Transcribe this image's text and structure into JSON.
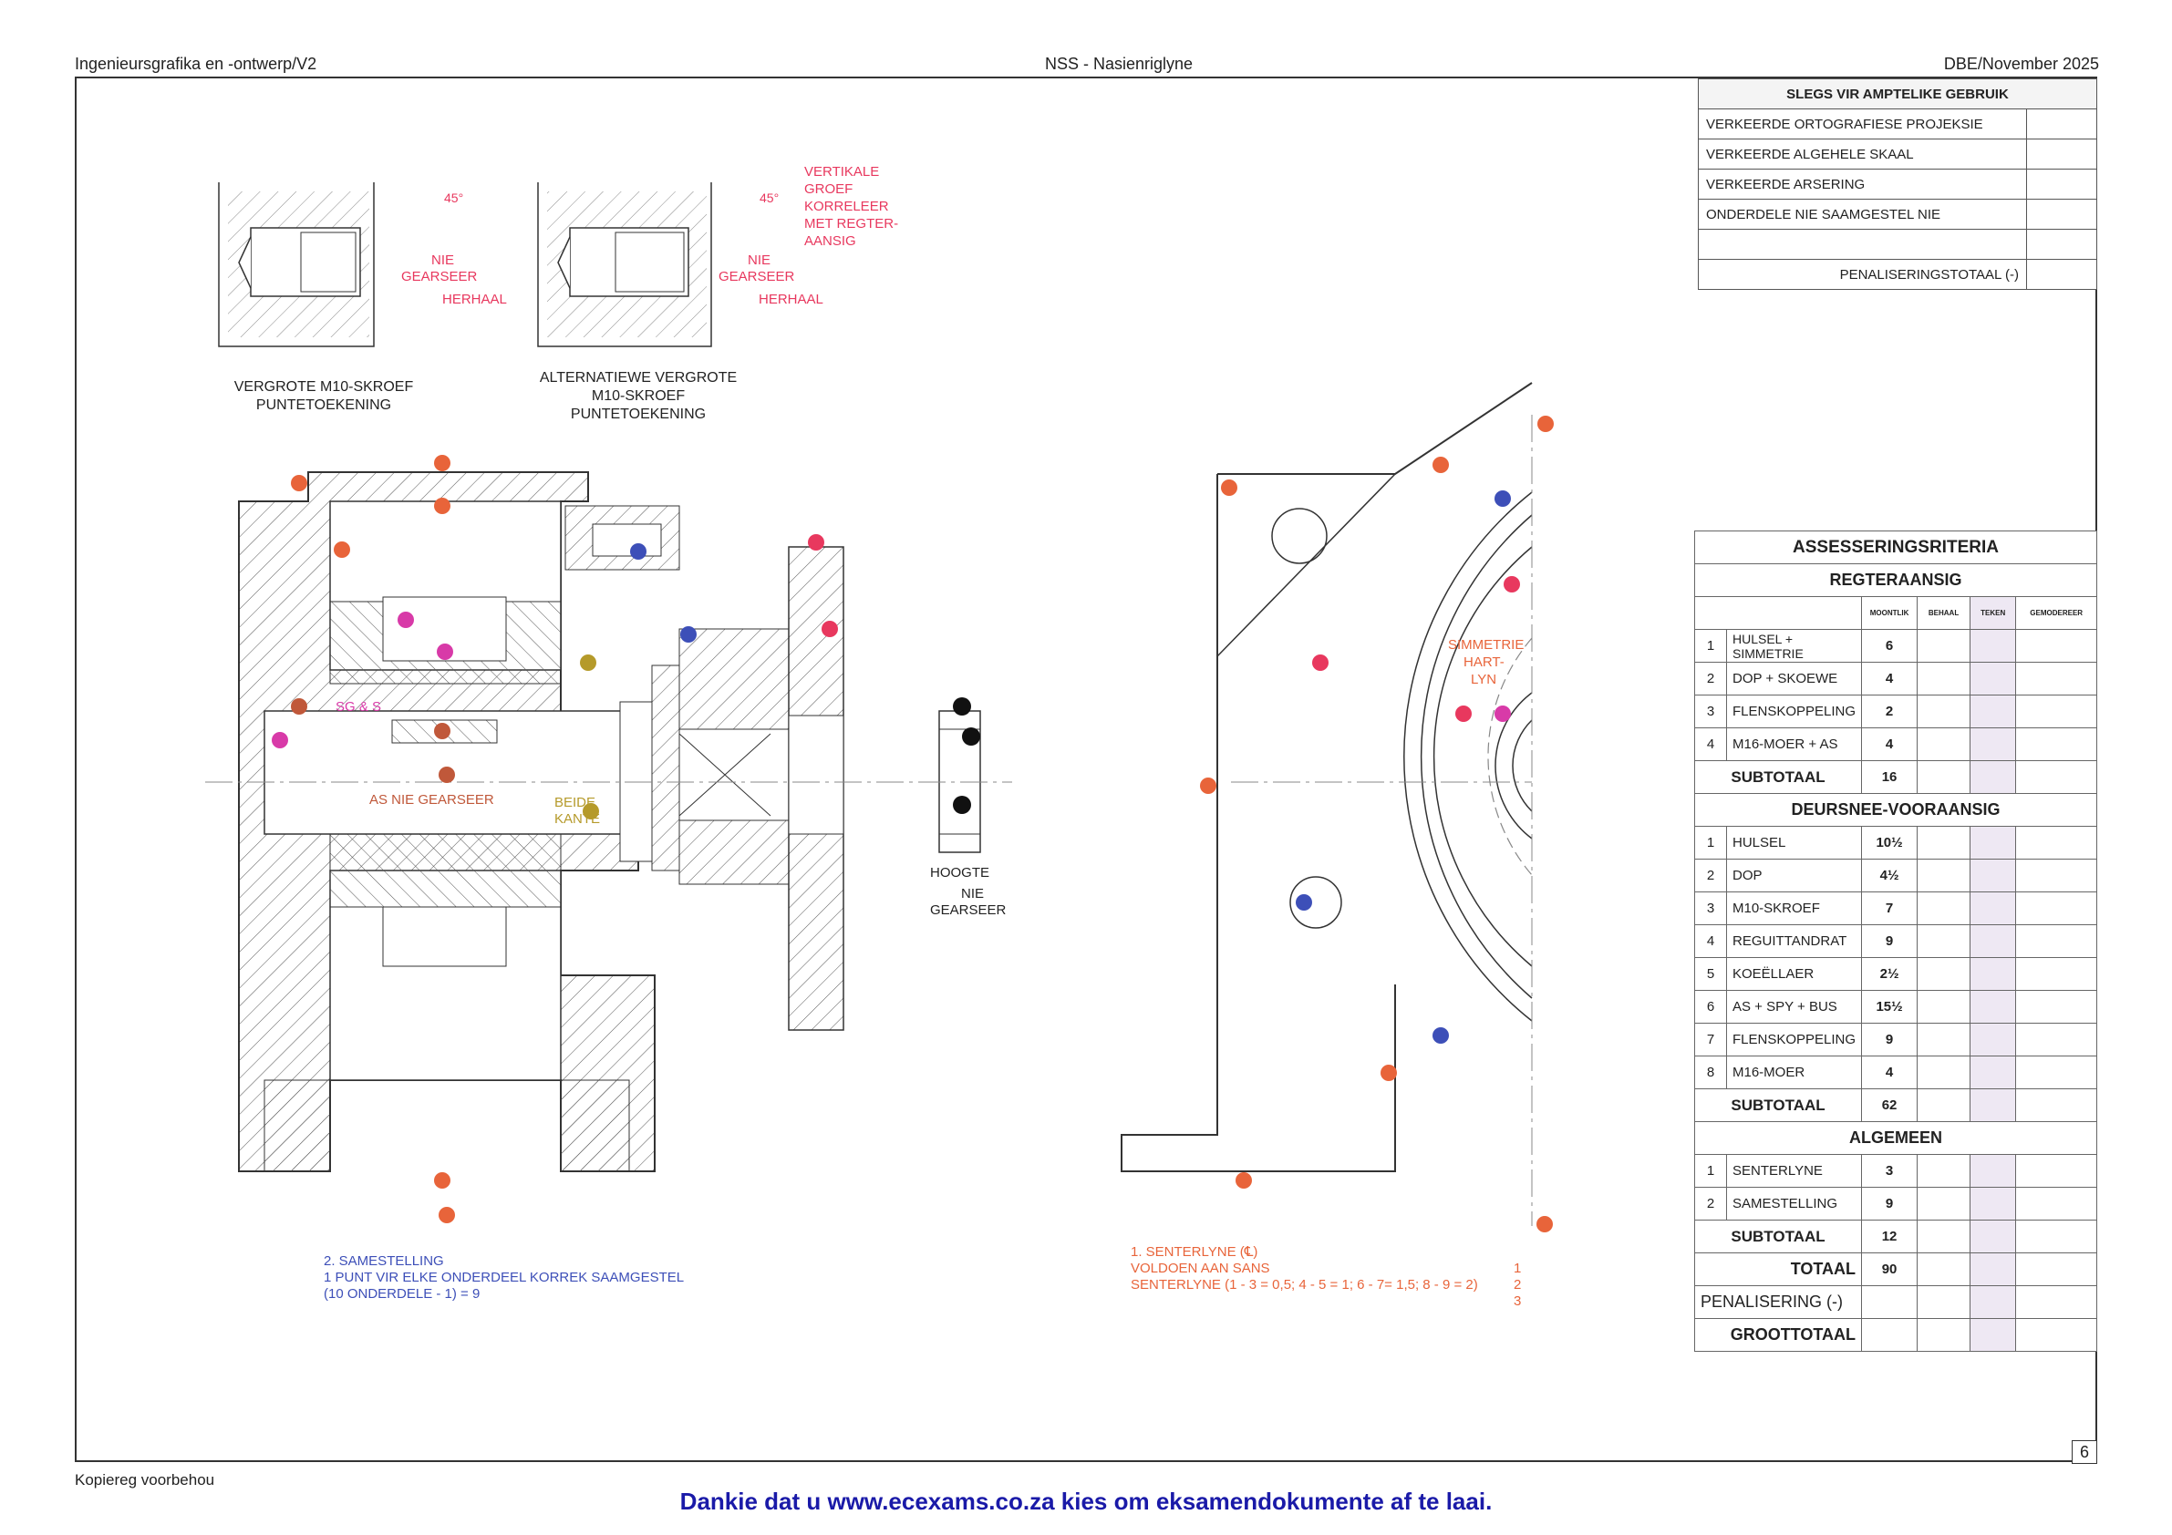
{
  "header": {
    "left": "Ingenieursgrafika en -ontwerp/V2",
    "center": "NSS - Nasienriglyne",
    "right": "DBE/November 2025"
  },
  "official": {
    "title": "SLEGS VIR AMPTELIKE GEBRUIK",
    "rows": [
      "VERKEERDE ORTOGRAFIESE PROJEKSIE",
      "VERKEERDE ALGEHELE SKAAL",
      "VERKEERDE ARSERING",
      "ONDERDELE NIE SAAMGESTEL NIE"
    ],
    "penalty_total": "PENALISERINGSTOTAAL (-)"
  },
  "criteria": {
    "title": "ASSESSERINGSRITERIA",
    "col_headers": [
      "MOONTLIK",
      "BEHAAL",
      "TEKEN",
      "GEMODEREER"
    ],
    "sections": [
      {
        "name": "REGTERAANSIG",
        "items": [
          {
            "n": "1",
            "label": "HULSEL + SIMMETRIE",
            "value": "6"
          },
          {
            "n": "2",
            "label": "DOP + SKOEWE",
            "value": "4"
          },
          {
            "n": "3",
            "label": "FLENSKOPPELING",
            "value": "2"
          },
          {
            "n": "4",
            "label": "M16-MOER + AS",
            "value": "4"
          }
        ],
        "subtotal_label": "SUBTOTAAL",
        "subtotal": "16"
      },
      {
        "name": "DEURSNEE-VOORAANSIG",
        "items": [
          {
            "n": "1",
            "label": "HULSEL",
            "value": "10½"
          },
          {
            "n": "2",
            "label": "DOP",
            "value": "4½"
          },
          {
            "n": "3",
            "label": "M10-SKROEF",
            "value": "7"
          },
          {
            "n": "4",
            "label": "REGUITTANDRAT",
            "value": "9"
          },
          {
            "n": "5",
            "label": "KOEËLLAER",
            "value": "2½"
          },
          {
            "n": "6",
            "label": "AS + SPY + BUS",
            "value": "15½"
          },
          {
            "n": "7",
            "label": "FLENSKOPPELING",
            "value": "9"
          },
          {
            "n": "8",
            "label": "M16-MOER",
            "value": "4"
          }
        ],
        "subtotal_label": "SUBTOTAAL",
        "subtotal": "62"
      },
      {
        "name": "ALGEMEEN",
        "items": [
          {
            "n": "1",
            "label": "SENTERLYNE",
            "value": "3"
          },
          {
            "n": "2",
            "label": "SAMESTELLING",
            "value": "9"
          }
        ],
        "subtotal_label": "SUBTOTAAL",
        "subtotal": "12"
      }
    ],
    "total_label": "TOTAAL",
    "total": "90",
    "penalty_label": "PENALISERING (-)",
    "grand_label": "GROOTTOTAAL"
  },
  "captions": {
    "detail1": [
      "VERGROTE  M10-SKROEF",
      "PUNTETOEKENING"
    ],
    "detail2": [
      "ALTERNATIEWE VERGROTE",
      "M10-SKROEF",
      "PUNTETOEKENING"
    ]
  },
  "labels": {
    "angle": "45°",
    "nie": "NIE",
    "gearseer": "GEARSEER",
    "herhaal": "HERHAAL",
    "vertikale": [
      "VERTIKALE",
      "GROEF",
      "KORRELEER",
      "MET REGTER-",
      "AANSIG"
    ],
    "sg_s": "SG & S",
    "as_nie": "AS NIE GEARSEER",
    "beide": [
      "BEIDE",
      "KANTE"
    ],
    "hoogte": "HOOGTE",
    "nie_gearseer": [
      "NIE",
      "GEARSEER"
    ],
    "simmetrie": [
      "SIMMETRIE",
      "HART-",
      "LYN"
    ],
    "page": "6"
  },
  "notes": {
    "samestelling": [
      "2.  SAMESTELLING",
      "1 PUNT VIR ELKE ONDERDEEL KORREK SAAMGESTEL",
      "(10 ONDERDELE - 1) = 9"
    ],
    "senterlyne": [
      "1. SENTERLYNE (℄)",
      "VOLDOEN AAN SANS",
      "SENTERLYNE (1 - 3 = 0,5;  4 - 5 = 1; 6 - 7= 1,5; 8 - 9 = 2)"
    ],
    "senterlyne_scale": [
      "1",
      "2",
      "3"
    ]
  },
  "footer": {
    "copyright": "Kopiereg voorbehou",
    "thanks": "Dankie dat u www.ecexams.co.za kies om eksamendokumente af te laai."
  },
  "colors": {
    "red": "#e8385e",
    "orange": "#e8643a",
    "blue": "#3d4fb8",
    "magenta": "#d83aa8",
    "brown": "#c0583a",
    "olive": "#b59a2a",
    "footer_blue": "#1a1aa8"
  }
}
